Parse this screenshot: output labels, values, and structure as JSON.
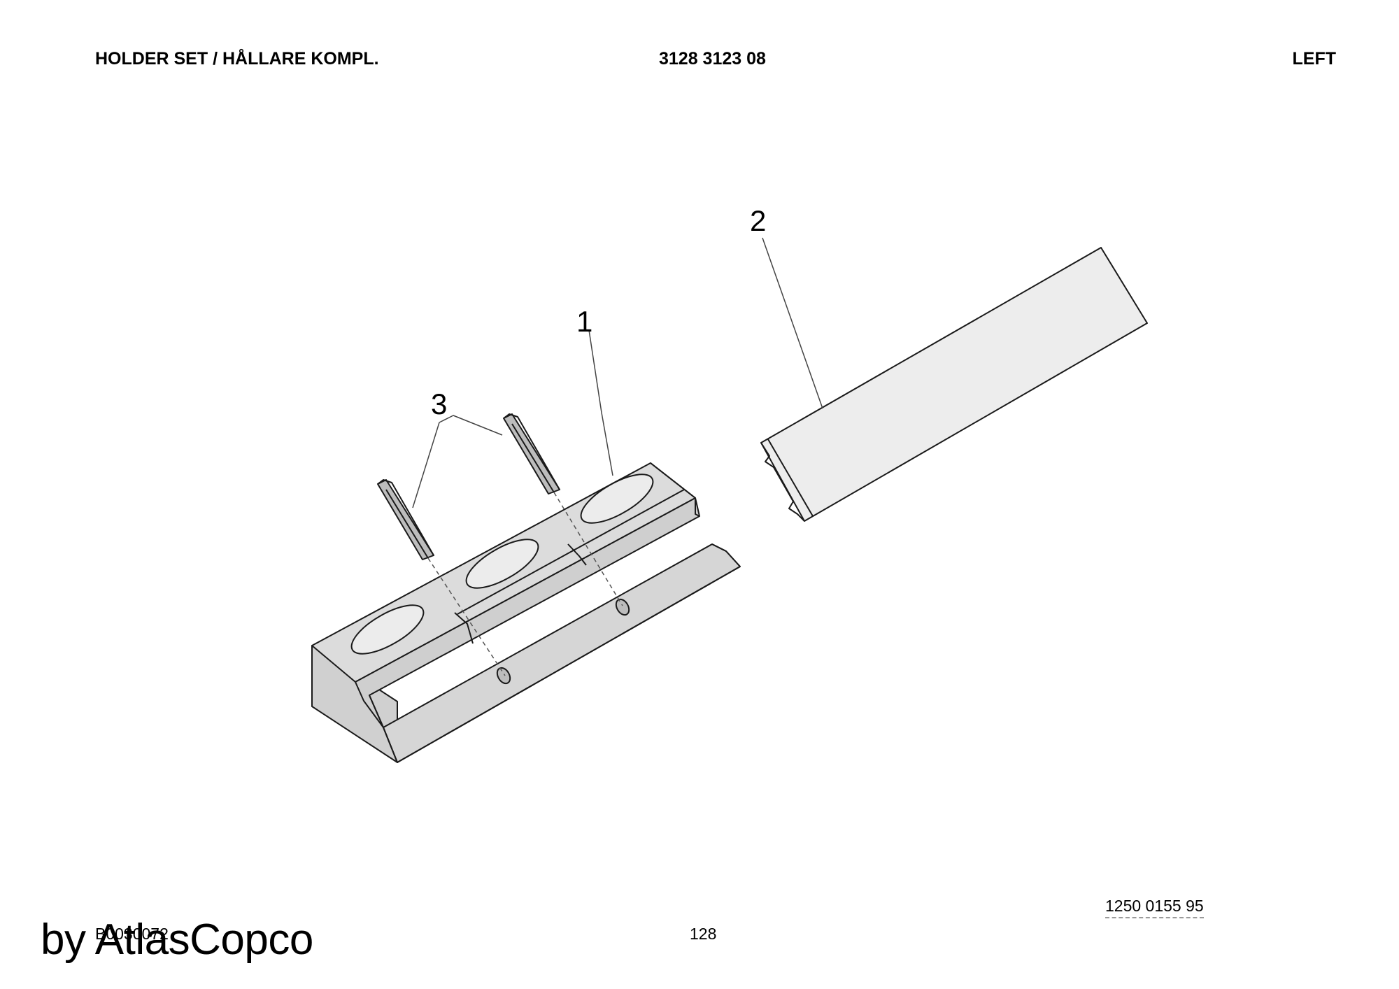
{
  "header": {
    "title": "HOLDER SET / HÅLLARE KOMPL.",
    "part_number": "3128 3123 08",
    "side": "LEFT"
  },
  "callouts": [
    "1",
    "2",
    "3"
  ],
  "footer": {
    "drawing_number": "1250 0155 95",
    "illustration_code": "B0030072",
    "page_number": "128",
    "watermark": "by AtlasCopco"
  },
  "colors": {
    "part_fill": "#dcdcdc",
    "part_fill_light": "#ededed",
    "pin_fill": "#bdbdbd",
    "line": "#1a1a1a"
  }
}
